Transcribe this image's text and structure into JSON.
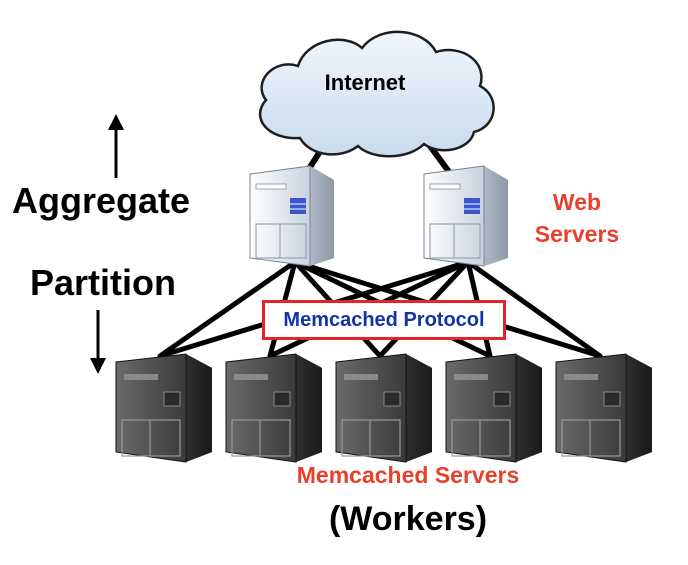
{
  "labels": {
    "internet": "Internet",
    "aggregate": "Aggregate",
    "partition": "Partition",
    "web_servers_line1": "Web",
    "web_servers_line2": "Servers",
    "protocol": "Memcached Protocol",
    "memcached_servers": "Memcached Servers",
    "workers": "(Workers)"
  },
  "colors": {
    "label_red": "#e8402a",
    "protocol_border": "#e0262a",
    "protocol_text": "#1432a8",
    "cloud_fill": "#d6e6f4",
    "web_server_body": "#e8edf4",
    "memcached_server_body": "#4a4a4a",
    "link_lines": "#000000"
  },
  "icons": {
    "cloud": "cloud-icon",
    "web_server": "server-tower-light-icon",
    "memcached_server": "server-tower-dark-icon",
    "arrow_up": "arrow-up-icon",
    "arrow_down": "arrow-down-icon"
  }
}
